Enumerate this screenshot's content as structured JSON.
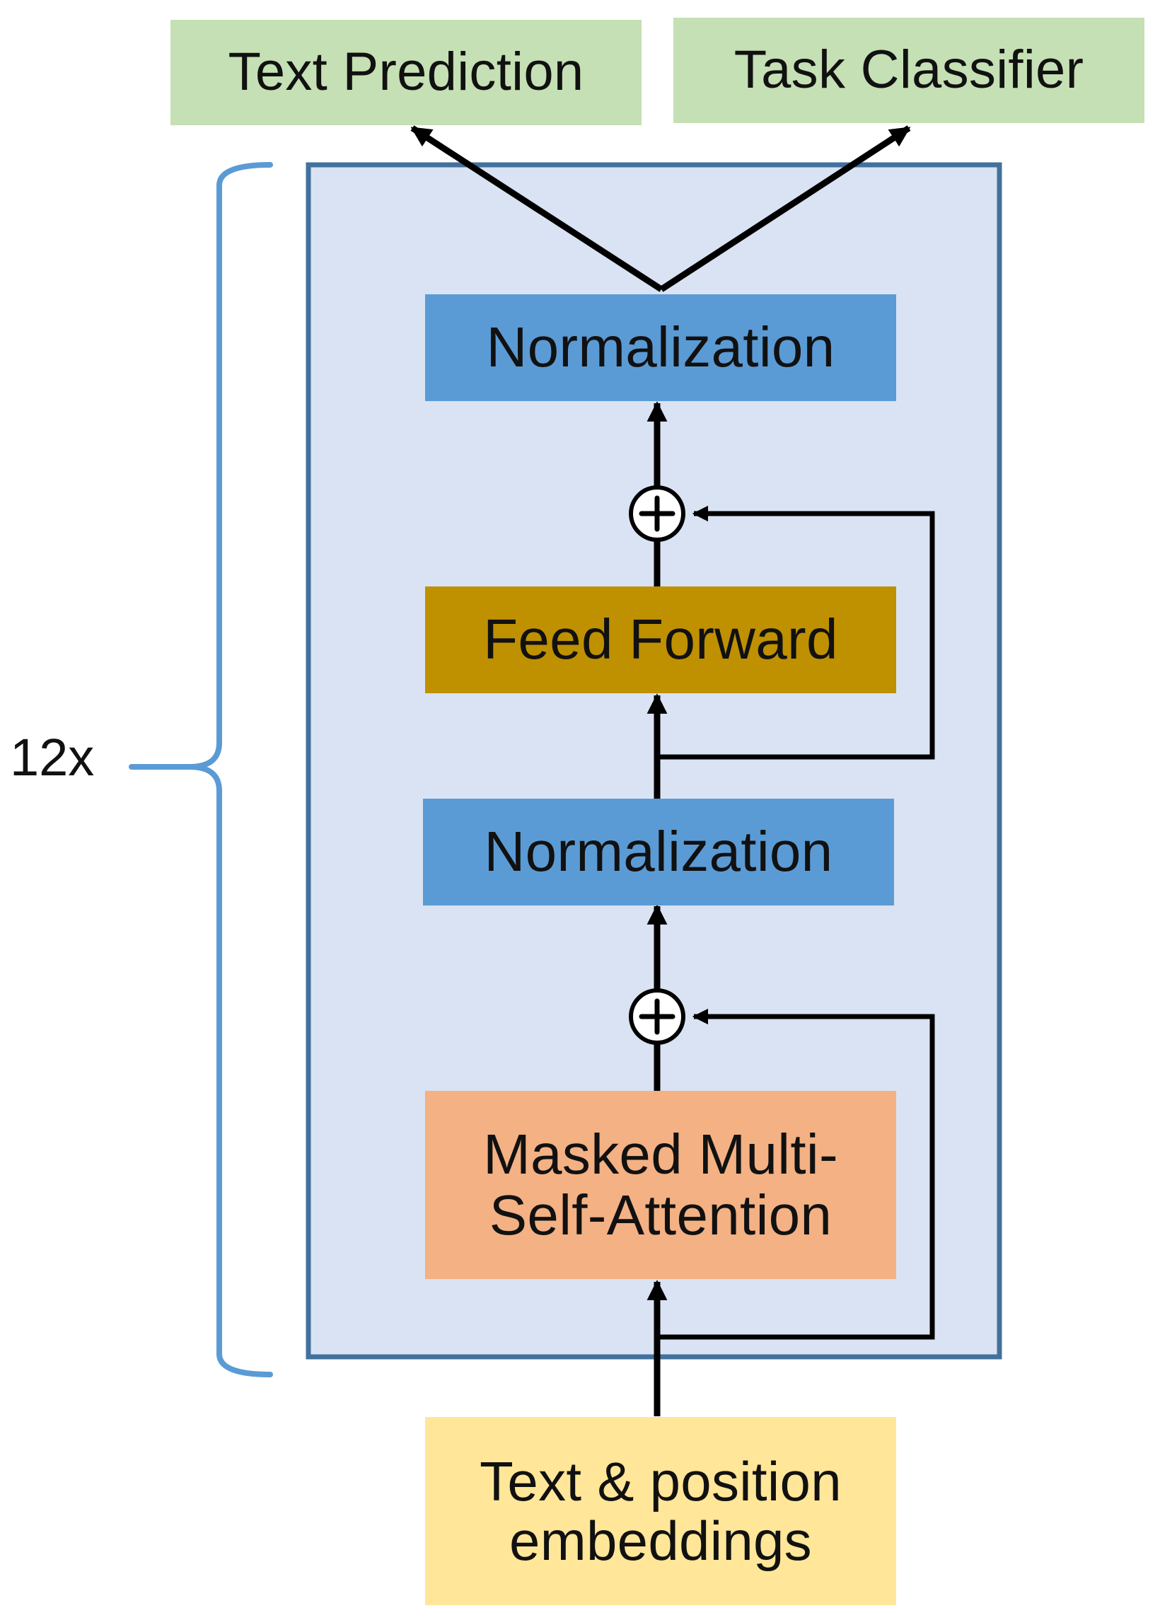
{
  "diagram": {
    "outputs": {
      "text_prediction": "Text Prediction",
      "task_classifier": "Task Classifier"
    },
    "blocks": {
      "normalization_top": "Normalization",
      "feed_forward": "Feed Forward",
      "normalization_bottom": "Normalization",
      "masked_attention": "Masked Multi-\nSelf-Attention"
    },
    "input": {
      "embeddings": "Text & position\nembeddings"
    },
    "repeat_label": "12x"
  }
}
